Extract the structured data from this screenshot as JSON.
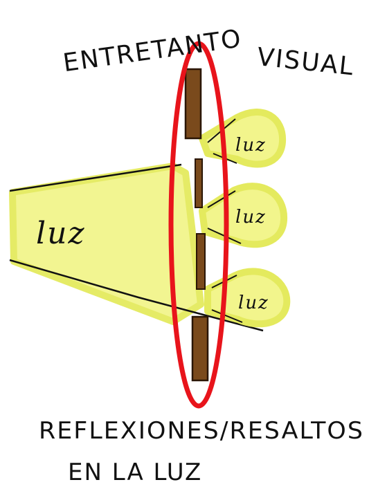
{
  "title": {
    "word1": "ENTRETANTO",
    "word2": "VISUAL"
  },
  "labels": {
    "source": "luz",
    "beam1": "luz",
    "beam2": "luz",
    "beam3": "luz"
  },
  "caption": {
    "line1": "REFLEXIONES/RESALTOS",
    "line2": "EN LA LUZ"
  },
  "colors": {
    "light": "#f4f79a",
    "light_glow": "#e8ee6a",
    "slat": "#7a4a1c",
    "slat_dark": "#3a1f08",
    "ellipse": "#e8141b",
    "ink": "#111111"
  }
}
